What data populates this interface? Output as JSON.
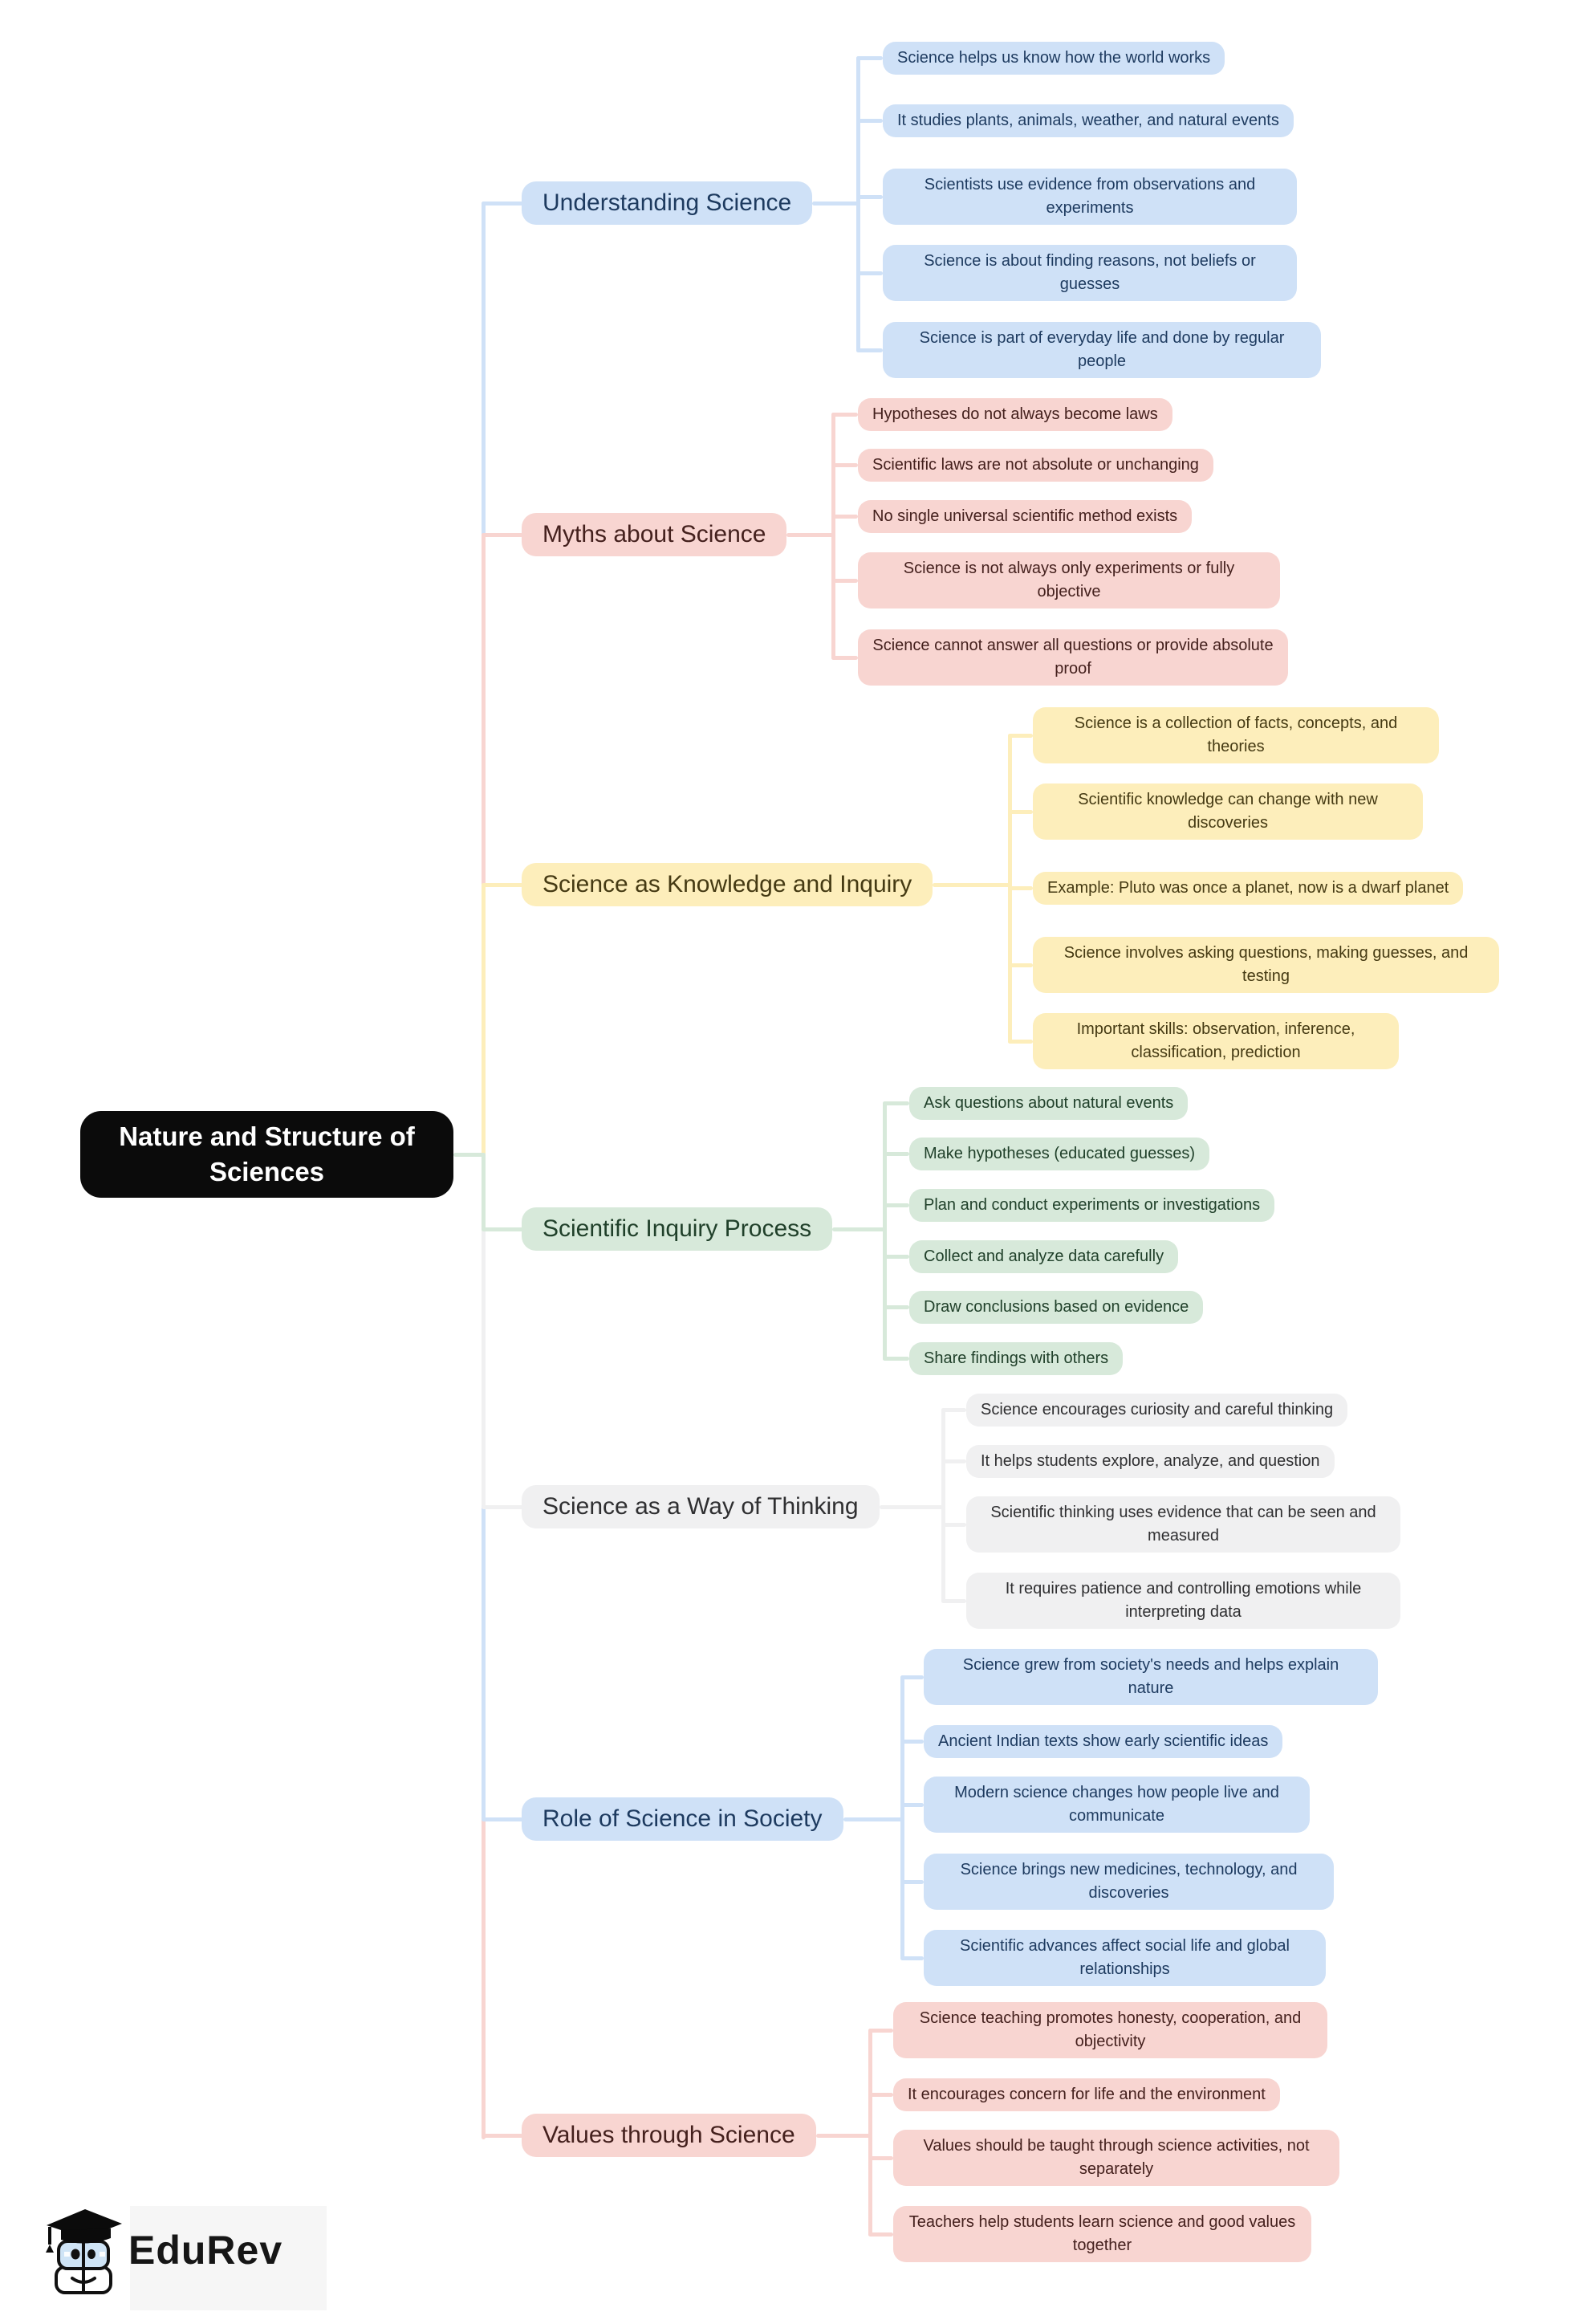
{
  "root": {
    "label": "Nature and Structure of Sciences",
    "bg": "#0b0b0b",
    "fg": "#ffffff"
  },
  "branches": [
    {
      "id": "understanding-science",
      "label": "Understanding Science",
      "color": "#cfe1f7",
      "text_color": "#1d3a5f",
      "children": [
        "Science helps us know how the world works",
        "It studies plants, animals, weather, and natural events",
        "Scientists use evidence from observations and experiments",
        "Science is about finding reasons, not beliefs or guesses",
        "Science is part of everyday life and done by regular people"
      ]
    },
    {
      "id": "myths-about-science",
      "label": "Myths about Science",
      "color": "#f8d5d1",
      "text_color": "#44201d",
      "children": [
        "Hypotheses do not always become laws",
        "Scientific laws are not absolute or unchanging",
        "No single universal scientific method exists",
        "Science is not always only experiments or fully objective",
        "Science cannot answer all questions or provide absolute proof"
      ]
    },
    {
      "id": "science-as-knowledge-and-inquiry",
      "label": "Science as Knowledge and Inquiry",
      "color": "#fdeebb",
      "text_color": "#453a13",
      "children": [
        "Science is a collection of facts, concepts, and theories",
        "Scientific knowledge can change with new discoveries",
        "Example: Pluto was once a planet, now is a dwarf planet",
        "Science involves asking questions, making guesses, and testing",
        "Important skills: observation, inference, classification, prediction"
      ]
    },
    {
      "id": "scientific-inquiry-process",
      "label": "Scientific Inquiry Process",
      "color": "#d7e9da",
      "text_color": "#20402a",
      "children": [
        "Ask questions about natural events",
        "Make hypotheses (educated guesses)",
        "Plan and conduct experiments or investigations",
        "Collect and analyze data carefully",
        "Draw conclusions based on evidence",
        "Share findings with others"
      ]
    },
    {
      "id": "science-as-a-way-of-thinking",
      "label": "Science as a Way of Thinking",
      "color": "#f0f0f1",
      "text_color": "#2f2f31",
      "children": [
        "Science encourages curiosity and careful thinking",
        "It helps students explore, analyze, and question",
        "Scientific thinking uses evidence that can be seen and measured",
        "It requires patience and controlling emotions while interpreting data"
      ]
    },
    {
      "id": "role-of-science-in-society",
      "label": "Role of Science in Society",
      "color": "#cfe1f7",
      "text_color": "#1d3a5f",
      "children": [
        "Science grew from society's needs and helps explain nature",
        "Ancient Indian texts show early scientific ideas",
        "Modern science changes how people live and communicate",
        "Science brings new medicines, technology, and discoveries",
        "Scientific advances affect social life and global relationships"
      ]
    },
    {
      "id": "values-through-science",
      "label": "Values through Science",
      "color": "#f8d5d1",
      "text_color": "#44201d",
      "children": [
        "Science teaching promotes honesty, cooperation, and objectivity",
        "It encourages concern for life and the environment",
        "Values should be taught through science activities, not separately",
        "Teachers help students learn science and good values together"
      ]
    }
  ],
  "footer": {
    "brand": "EduRev"
  }
}
